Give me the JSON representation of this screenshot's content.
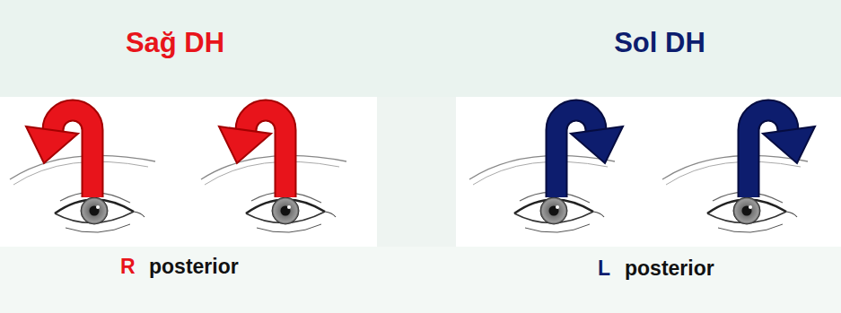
{
  "diagram": {
    "nodes": [
      {
        "text": [
          "Sağ DH",
          "R",
          "posterior"
        ]
      },
      {
        "text": [
          "Sol DH",
          "L",
          "posterior"
        ]
      }
    ]
  }
}
